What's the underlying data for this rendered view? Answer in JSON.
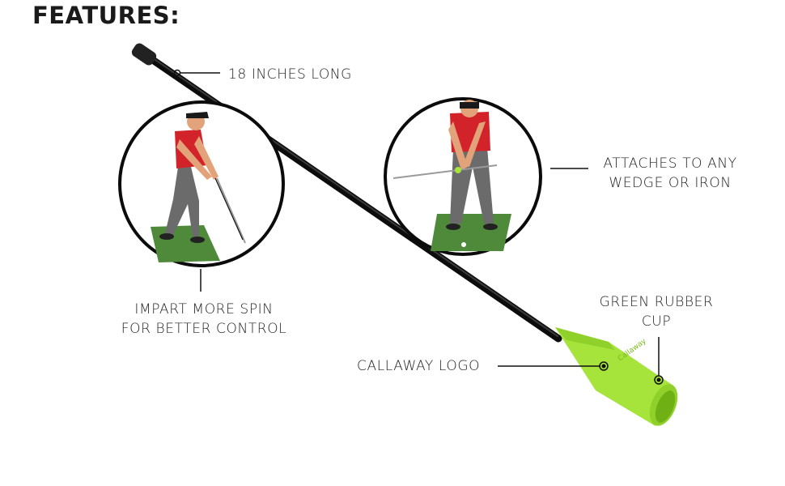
{
  "title": "FEATURES:",
  "callouts": {
    "length": "18 INCHES LONG",
    "attach_line1": "ATTACHES TO ANY",
    "attach_line2": "WEDGE OR IRON",
    "spin_line1": "IMPART MORE SPIN",
    "spin_line2": "FOR BETTER CONTROL",
    "cup_line1": "GREEN RUBBER",
    "cup_line2": "CUP",
    "logo": "CALLAWAY LOGO"
  },
  "cup_brand_text": "Callaway",
  "colors": {
    "rod": "#111111",
    "cup": "#a6e33b",
    "cup_dark": "#7fc21c",
    "turf": "#4f8a3a",
    "shirt": "#d3232a",
    "pants": "#6b6b6b"
  }
}
